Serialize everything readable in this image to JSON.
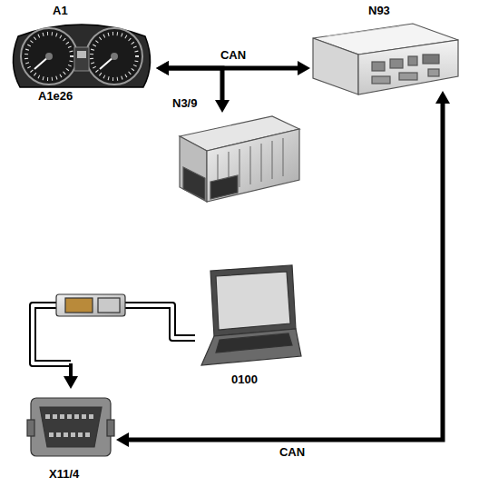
{
  "diagram": {
    "nodes": [
      {
        "text": [
          "A1",
          "A1e26"
        ]
      },
      {
        "text": [
          "N93"
        ]
      },
      {
        "text": [
          "N3/9"
        ]
      },
      {
        "text": [
          "0100"
        ]
      },
      {
        "text": [
          "X11/4"
        ]
      }
    ],
    "edges": [
      {
        "from": 0,
        "to": 1,
        "label": "CAN",
        "arrow": "both"
      },
      {
        "from": 0,
        "to": 2,
        "arrow": "both"
      },
      {
        "from": 1,
        "to": 4,
        "label": "CAN",
        "arrow": "both"
      },
      {
        "from": 3,
        "to": 4,
        "arrow": "to"
      }
    ]
  }
}
